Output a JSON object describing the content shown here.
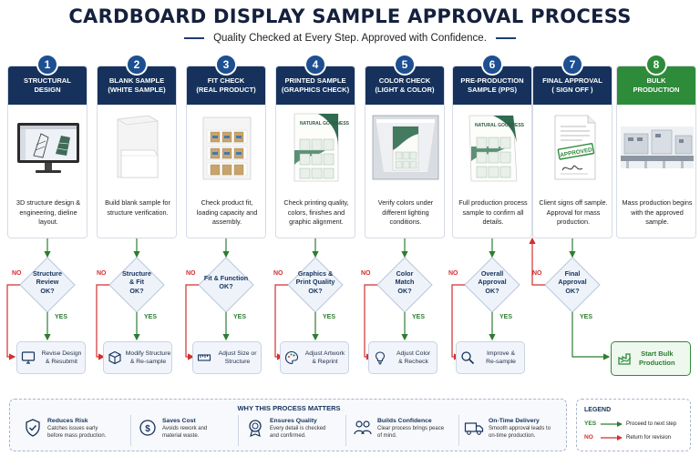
{
  "title": "CARDBOARD DISPLAY SAMPLE APPROVAL PROCESS",
  "subtitle": "Quality Checked at Every Step. Approved with Confidence.",
  "stages": [
    {
      "num": "1",
      "line1": "STRUCTURAL DESIGN",
      "line2": "",
      "desc": "3D structure design & engineering, dieline layout."
    },
    {
      "num": "2",
      "line1": "BLANK SAMPLE",
      "line2": "(WHITE SAMPLE)",
      "desc": "Build blank sample for structure verification."
    },
    {
      "num": "3",
      "line1": "FIT CHECK",
      "line2": "(REAL PRODUCT)",
      "desc": "Check product fit, loading capacity and assembly."
    },
    {
      "num": "4",
      "line1": "PRINTED SAMPLE",
      "line2": "(GRAPHICS CHECK)",
      "desc": "Check printing quality, colors, finishes and graphic alignment."
    },
    {
      "num": "5",
      "line1": "COLOR CHECK",
      "line2": "(LIGHT & COLOR)",
      "desc": "Verify colors under different lighting conditions."
    },
    {
      "num": "6",
      "line1": "PRE-PRODUCTION",
      "line2": "SAMPLE (PPS)",
      "desc": "Full production process sample to confirm all details."
    },
    {
      "num": "7",
      "line1": "FINAL APPROVAL",
      "line2": "( SIGN OFF )",
      "desc": "Client signs off sample. Approval for mass production."
    },
    {
      "num": "8",
      "line1": "BULK",
      "line2": "PRODUCTION",
      "desc": "Mass production begins with the approved sample."
    }
  ],
  "image_text": {
    "natural_goodness": "NATURAL GOODNESS",
    "approved_stamp": "APPROVED"
  },
  "decisions": [
    {
      "line1": "Structure",
      "line2": "Review",
      "line3": "OK?"
    },
    {
      "line1": "Structure",
      "line2": "& Fit",
      "line3": "OK?"
    },
    {
      "line1": "Fit & Function",
      "line2": "OK?",
      "line3": ""
    },
    {
      "line1": "Graphics &",
      "line2": "Print Quality",
      "line3": "OK?"
    },
    {
      "line1": "Color",
      "line2": "Match",
      "line3": "OK?"
    },
    {
      "line1": "Overall",
      "line2": "Approval",
      "line3": "OK?"
    },
    {
      "line1": "Final",
      "line2": "Approval",
      "line3": "OK?"
    }
  ],
  "labels": {
    "no": "NO",
    "yes": "YES"
  },
  "revisions": [
    {
      "line1": "Revise Design",
      "line2": "& Resubmit",
      "icon": "monitor-icon"
    },
    {
      "line1": "Modify Structure",
      "line2": "& Re-sample",
      "icon": "box-icon"
    },
    {
      "line1": "Adjust Size or",
      "line2": "Structure",
      "icon": "ruler-icon"
    },
    {
      "line1": "Adjust Artwork",
      "line2": "& Reprint",
      "icon": "palette-icon"
    },
    {
      "line1": "Adjust Color",
      "line2": "& Recheck",
      "icon": "bulb-icon"
    },
    {
      "line1": "Improve &",
      "line2": "Re-sample",
      "icon": "magnifier-icon"
    }
  ],
  "start_bulk": {
    "line1": "Start Bulk",
    "line2": "Production"
  },
  "why": {
    "title": "WHY THIS PROCESS MATTERS",
    "items": [
      {
        "title": "Reduces Risk",
        "line1": "Catches issues early",
        "line2": "before mass production."
      },
      {
        "title": "Saves Cost",
        "line1": "Avoids rework and",
        "line2": "material waste."
      },
      {
        "title": "Ensures Quality",
        "line1": "Every detail is checked",
        "line2": "and confirmed."
      },
      {
        "title": "Builds Confidence",
        "line1": "Clear process brings peace",
        "line2": "of mind."
      },
      {
        "title": "On-Time Delivery",
        "line1": "Smooth approval leads to",
        "line2": "on-time production."
      }
    ]
  },
  "legend": {
    "title": "LEGEND",
    "yes_key": "YES",
    "yes_text": "Proceed to next step",
    "no_key": "NO",
    "no_text": "Return for revision"
  },
  "colors": {
    "navy": "#16325c",
    "green": "#2e8b3a",
    "red": "#d32f2f",
    "yes_green": "#2e7d32"
  }
}
